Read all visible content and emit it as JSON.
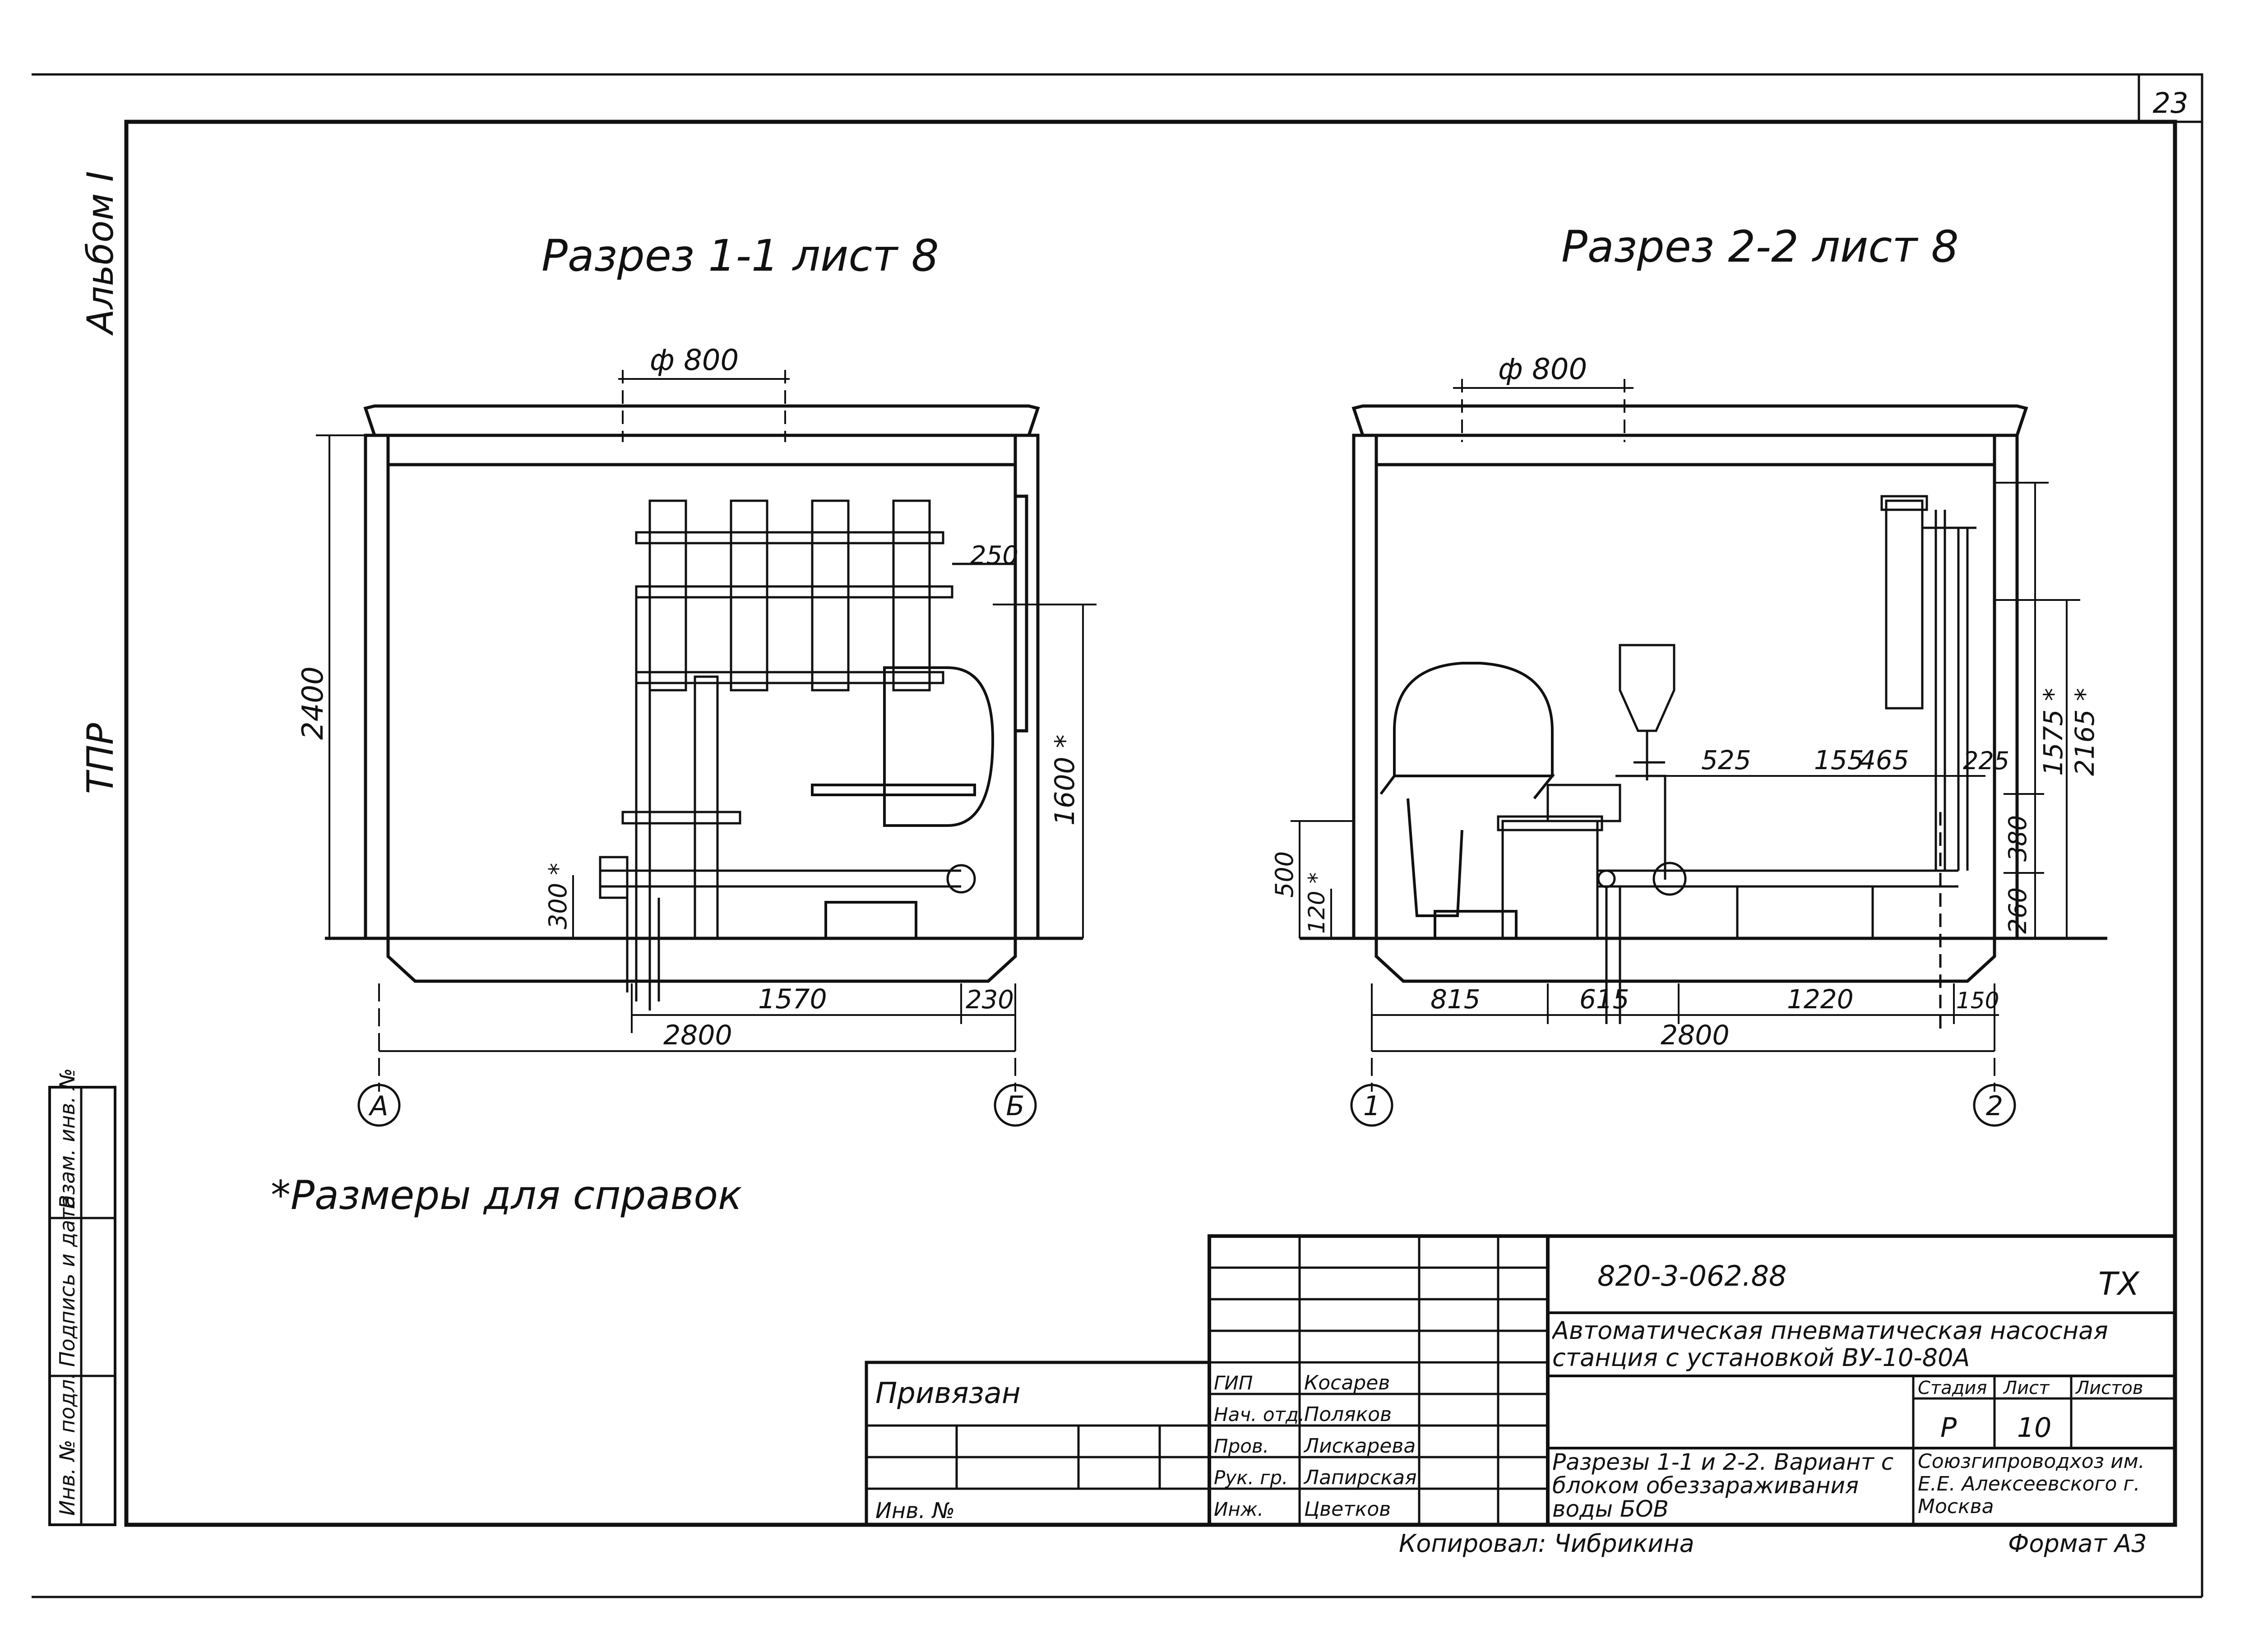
{
  "sheet": {
    "number": "23",
    "album": "Альбом I",
    "series": "ТПР",
    "note": "*Размеры для справок",
    "copied_by": "Копировал: Чибрикина",
    "format": "Формат А3"
  },
  "section_left": {
    "title": "Разрез 1-1 лист 8",
    "dims": {
      "phi": "ф 800",
      "height": "2400",
      "d250": "250",
      "d1600": "1600 *",
      "d300": "300 *",
      "d1570": "1570",
      "d230": "230",
      "d2800": "2800"
    },
    "axis_a": "А",
    "axis_b": "Б"
  },
  "section_right": {
    "title": "Разрез 2-2 лист 8",
    "dims": {
      "phi": "ф 800",
      "d525": "525",
      "d155": "155",
      "d465": "465",
      "d225": "225",
      "d1575": "1575 *",
      "d2165": "2165 *",
      "d380": "380",
      "d260": "260",
      "d500": "500",
      "d120": "120 *",
      "d815": "815",
      "d615": "615",
      "d1220": "1220",
      "d150": "150",
      "d2800": "2800"
    },
    "axis_1": "1",
    "axis_2": "2"
  },
  "side_stamp": [
    "Инв. № подл.",
    "Подпись и дата",
    "Взам. инв. №"
  ],
  "title_block": {
    "doc_code": "820-3-062.88",
    "mark": "ТХ",
    "project": "Автоматическая пневматическая насосная станция с установкой ВУ-10-80А",
    "sheet_title": "Разрезы 1-1 и 2-2. Вариант с блоком обеззараживания воды БОВ",
    "stage_label": "Стадия",
    "sheet_label": "Лист",
    "sheets_label": "Листов",
    "stage": "Р",
    "sheet_no": "10",
    "org": "Союзгипроводхоз им. Е.Е. Алексеевского г. Москва",
    "bound": "Привязан",
    "inv_no": "Инв. №",
    "roles": [
      "ГИП",
      "Нач. отд.",
      "Пров.",
      "Рук. гр.",
      "Инж."
    ],
    "names": [
      "Косарев",
      "Поляков",
      "Лискарева",
      "Лапирская",
      "Цветков"
    ]
  }
}
